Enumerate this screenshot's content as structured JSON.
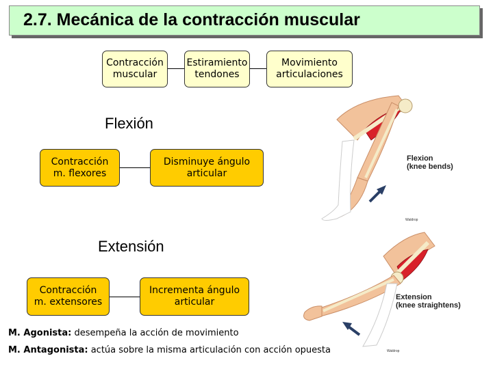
{
  "title": "2.7. Mecánica de la contracción muscular",
  "top_row": [
    "Contracción\nmuscular",
    "Estiramiento\ntendones",
    "Movimiento\narticulaciones"
  ],
  "flexion": {
    "heading": "Flexión",
    "boxes": [
      "Contracción\nm. flexores",
      "Disminuye ángulo\narticular"
    ],
    "image_label": [
      "Flexion",
      "(knee bends)"
    ],
    "credit": "Waldrop"
  },
  "extension": {
    "heading": "Extensión",
    "boxes": [
      "Contracción\nm. extensores",
      "Incrementa ángulo\narticular"
    ],
    "image_label": [
      "Extension",
      "(knee straightens)"
    ],
    "credit": "Waldrop"
  },
  "definitions": [
    {
      "term": "M. Agonista:",
      "text": " desempeña la acción de movimiento"
    },
    {
      "term": "M. Antagonista:",
      "text": " actúa sobre la misma articulación con acción opuesta"
    }
  ],
  "colors": {
    "title_bg": "#ccffcc",
    "box_yellow": "#ffcc00",
    "box_light": "#ffffcc",
    "muscle_red": "#d8212a",
    "skin": "#f2c29b"
  }
}
